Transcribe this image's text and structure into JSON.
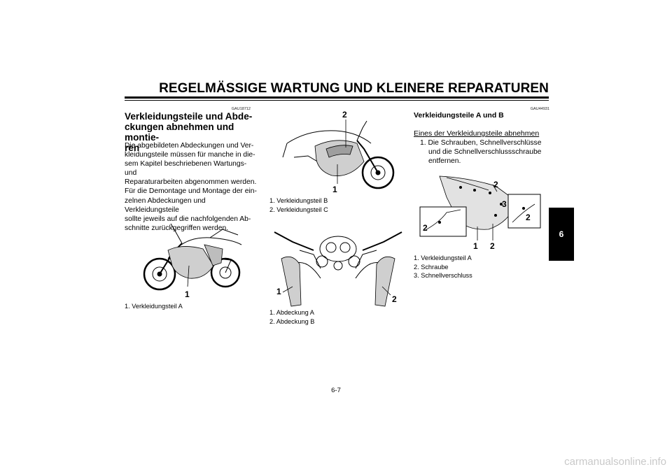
{
  "header": {
    "title": "REGELMÄSSIGE WARTUNG UND KLEINERE REPARATUREN"
  },
  "col1": {
    "code": "GAU18712",
    "title_lines": [
      "Verkleidungsteile und Abde-",
      "ckungen abnehmen und montie-",
      "ren"
    ],
    "body_lines": [
      "Die abgebildeten Abdeckungen und Ver-",
      "kleidungsteile müssen für manche in die-",
      "sem Kapitel beschriebenen Wartungs- und",
      "Reparaturarbeiten abgenommen werden.",
      "Für die Demontage und Montage der ein-",
      "zelnen Abdeckungen und Verkleidungsteile",
      "sollte jeweils auf die nachfolgenden Ab-",
      "schnitte zurückgegriffen werden."
    ],
    "figure_label": "1",
    "caption": "1. Verkleidungsteil A"
  },
  "col2": {
    "fig1_labels": [
      "2",
      "1"
    ],
    "fig1_captions": [
      "1. Verkleidungsteil B",
      "2. Verkleidungsteil C"
    ],
    "fig2_labels": [
      "1",
      "2"
    ],
    "fig2_captions": [
      "1. Abdeckung A",
      "2. Abdeckung B"
    ]
  },
  "col3": {
    "code": "GAU44931",
    "title": "Verkleidungsteile A und B",
    "sub_heading": "Eines der Verkleidungsteile abnehmen",
    "step_lines": [
      "1. Die Schrauben, Schnellverschlüsse",
      "und die Schnellverschlussschraube",
      "entfernen."
    ],
    "figure_labels": [
      "2",
      "3",
      "2",
      "2",
      "1",
      "2"
    ],
    "captions": [
      "1. Verkleidungsteil A",
      "2. Schraube",
      "3. Schnellverschluss"
    ]
  },
  "chapter_tab": "6",
  "footer": {
    "page": "6-7"
  },
  "watermark": "carmanualsonline.info"
}
